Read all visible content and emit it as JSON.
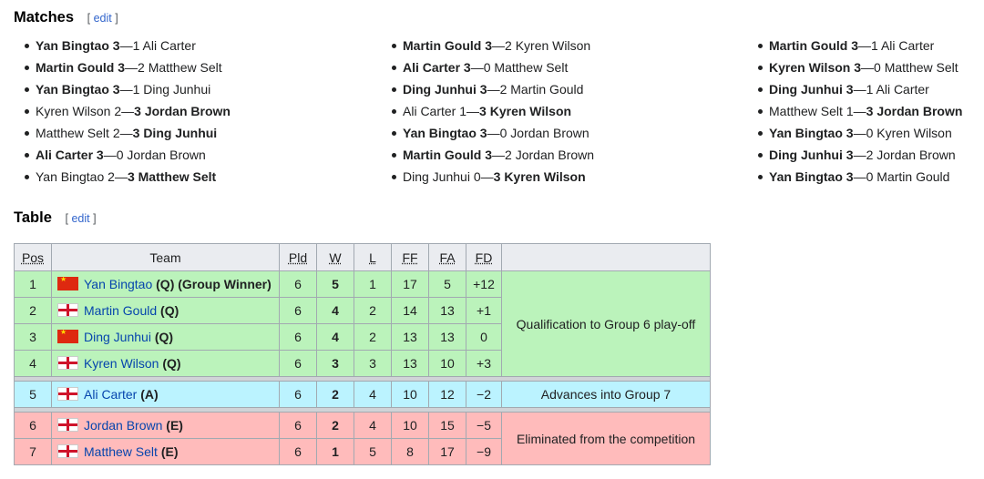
{
  "sections": {
    "matches_title": "Matches",
    "table_title": "Table",
    "edit_label": "edit",
    "bracket_open": "[",
    "bracket_close": "]"
  },
  "matches": {
    "columns": [
      [
        {
          "p1": "Yan Bingtao",
          "s1": "3",
          "p2": "Ali Carter",
          "s2": "1",
          "w": 1
        },
        {
          "p1": "Martin Gould",
          "s1": "3",
          "p2": "Matthew Selt",
          "s2": "2",
          "w": 1
        },
        {
          "p1": "Yan Bingtao",
          "s1": "3",
          "p2": "Ding Junhui",
          "s2": "1",
          "w": 1
        },
        {
          "p1": "Kyren Wilson",
          "s1": "2",
          "p2": "Jordan Brown",
          "s2": "3",
          "w": 2
        },
        {
          "p1": "Matthew Selt",
          "s1": "2",
          "p2": "Ding Junhui",
          "s2": "3",
          "w": 2
        },
        {
          "p1": "Ali Carter",
          "s1": "3",
          "p2": "Jordan Brown",
          "s2": "0",
          "w": 1
        },
        {
          "p1": "Yan Bingtao",
          "s1": "2",
          "p2": "Matthew Selt",
          "s2": "3",
          "w": 2
        }
      ],
      [
        {
          "p1": "Martin Gould",
          "s1": "3",
          "p2": "Kyren Wilson",
          "s2": "2",
          "w": 1
        },
        {
          "p1": "Ali Carter",
          "s1": "3",
          "p2": "Matthew Selt",
          "s2": "0",
          "w": 1
        },
        {
          "p1": "Ding Junhui",
          "s1": "3",
          "p2": "Martin Gould",
          "s2": "2",
          "w": 1
        },
        {
          "p1": "Ali Carter",
          "s1": "1",
          "p2": "Kyren Wilson",
          "s2": "3",
          "w": 2
        },
        {
          "p1": "Yan Bingtao",
          "s1": "3",
          "p2": "Jordan Brown",
          "s2": "0",
          "w": 1
        },
        {
          "p1": "Martin Gould",
          "s1": "3",
          "p2": "Jordan Brown",
          "s2": "2",
          "w": 1
        },
        {
          "p1": "Ding Junhui",
          "s1": "0",
          "p2": "Kyren Wilson",
          "s2": "3",
          "w": 2
        }
      ],
      [
        {
          "p1": "Martin Gould",
          "s1": "3",
          "p2": "Ali Carter",
          "s2": "1",
          "w": 1
        },
        {
          "p1": "Kyren Wilson",
          "s1": "3",
          "p2": "Matthew Selt",
          "s2": "0",
          "w": 1
        },
        {
          "p1": "Ding Junhui",
          "s1": "3",
          "p2": "Ali Carter",
          "s2": "1",
          "w": 1
        },
        {
          "p1": "Matthew Selt",
          "s1": "1",
          "p2": "Jordan Brown",
          "s2": "3",
          "w": 2
        },
        {
          "p1": "Yan Bingtao",
          "s1": "3",
          "p2": "Kyren Wilson",
          "s2": "0",
          "w": 1
        },
        {
          "p1": "Ding Junhui",
          "s1": "3",
          "p2": "Jordan Brown",
          "s2": "2",
          "w": 1
        },
        {
          "p1": "Yan Bingtao",
          "s1": "3",
          "p2": "Martin Gould",
          "s2": "0",
          "w": 1
        }
      ]
    ]
  },
  "table": {
    "headers": [
      "Pos",
      "Team",
      "Pld",
      "W",
      "L",
      "FF",
      "FA",
      "FD"
    ],
    "rows": [
      {
        "pos": "1",
        "flag": "china-flag-icon",
        "team": "Yan Bingtao",
        "suffix": "(Q) (Group Winner)",
        "pld": "6",
        "w": "5",
        "l": "1",
        "ff": "17",
        "fa": "5",
        "fd": "+12",
        "group": "g"
      },
      {
        "pos": "2",
        "flag": "england-flag-icon",
        "team": "Martin Gould",
        "suffix": "(Q)",
        "pld": "6",
        "w": "4",
        "l": "2",
        "ff": "14",
        "fa": "13",
        "fd": "+1",
        "group": "g"
      },
      {
        "pos": "3",
        "flag": "china-flag-icon",
        "team": "Ding Junhui",
        "suffix": "(Q)",
        "pld": "6",
        "w": "4",
        "l": "2",
        "ff": "13",
        "fa": "13",
        "fd": "0",
        "group": "g"
      },
      {
        "pos": "4",
        "flag": "england-flag-icon",
        "team": "Kyren Wilson",
        "suffix": "(Q)",
        "pld": "6",
        "w": "3",
        "l": "3",
        "ff": "13",
        "fa": "10",
        "fd": "+3",
        "group": "g"
      },
      {
        "pos": "5",
        "flag": "england-flag-icon",
        "team": "Ali Carter",
        "suffix": "(A)",
        "pld": "6",
        "w": "2",
        "l": "4",
        "ff": "10",
        "fa": "12",
        "fd": "−2",
        "group": "c"
      },
      {
        "pos": "6",
        "flag": "northern-ireland-flag-icon",
        "team": "Jordan Brown",
        "suffix": "(E)",
        "pld": "6",
        "w": "2",
        "l": "4",
        "ff": "10",
        "fa": "15",
        "fd": "−5",
        "group": "r"
      },
      {
        "pos": "7",
        "flag": "england-flag-icon",
        "team": "Matthew Selt",
        "suffix": "(E)",
        "pld": "6",
        "w": "1",
        "l": "5",
        "ff": "8",
        "fa": "17",
        "fd": "−9",
        "group": "r"
      }
    ],
    "notes": {
      "g": "Qualification to Group 6 play-off",
      "c": "Advances into Group 7",
      "r": "Eliminated from the competition"
    }
  },
  "colors": {
    "qualified": "#bbf3bb",
    "advance": "#bbf3ff",
    "eliminated": "#ffbbbb",
    "link": "#0645ad",
    "edit_link": "#3366cc"
  }
}
